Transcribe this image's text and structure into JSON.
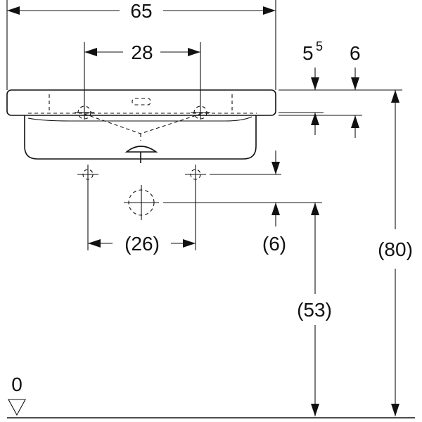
{
  "dimensions": {
    "overall_width": "65",
    "tap_spacing": "28",
    "rim_thickness_base": "5",
    "rim_thickness_sup": "5",
    "rim_offset": "6",
    "supply_offset": "(6)",
    "supply_spacing": "(26)",
    "total_height": "(80)",
    "drain_height": "(53)",
    "floor_level": "0"
  }
}
